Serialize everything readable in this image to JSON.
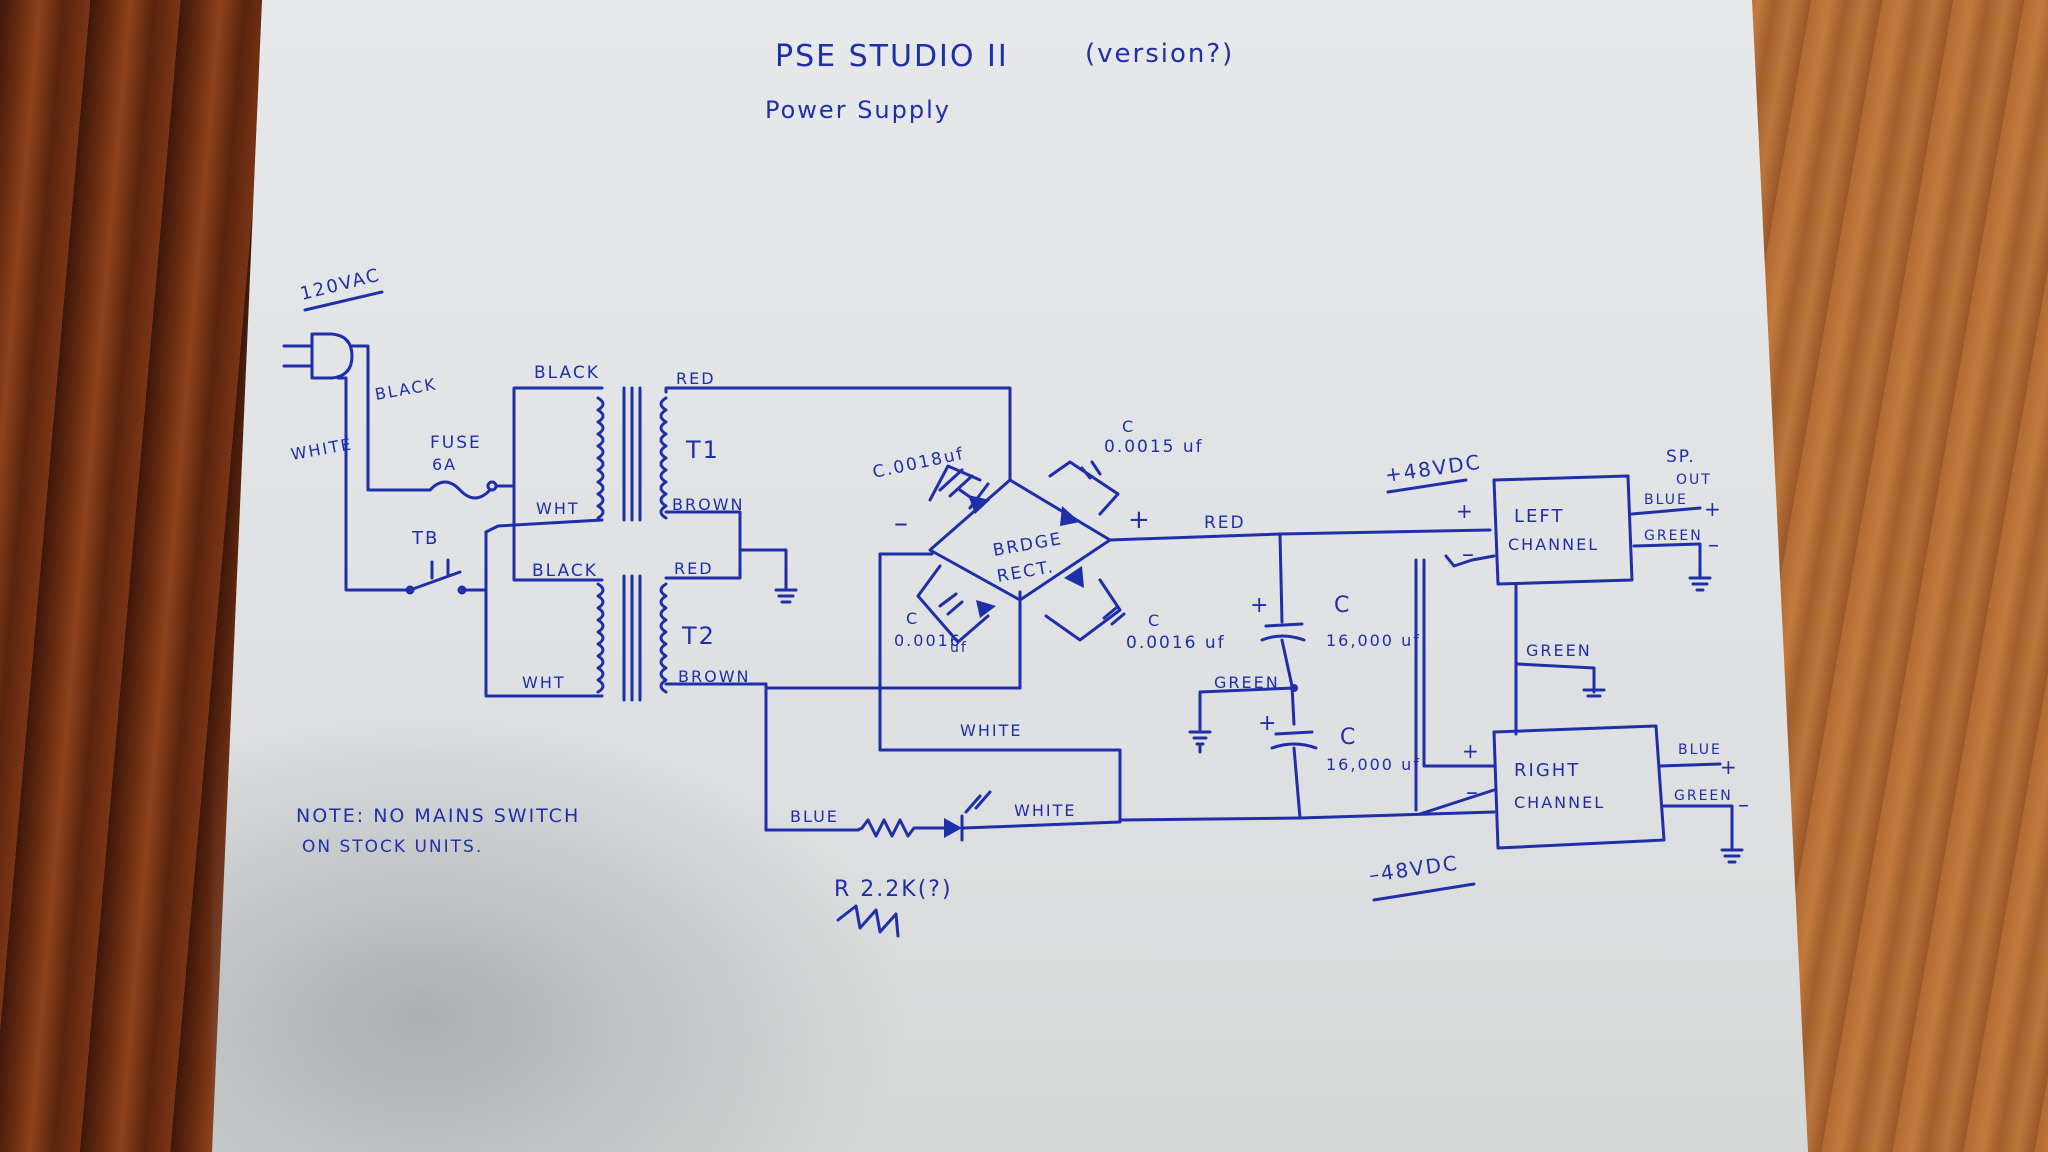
{
  "title": "PSE STUDIO II",
  "title_note": "(version?)",
  "subtitle": "Power Supply",
  "labels": {
    "ac_in": "120VAC",
    "black1": "BLACK",
    "white_ac": "WHITE",
    "fuse": "FUSE",
    "fuse_rating": "6A",
    "tb": "TB",
    "black_t1": "BLACK",
    "wht_t1": "WHT",
    "red_t1": "RED",
    "t1": "T1",
    "brown_t1": "BROWN",
    "black_t2": "BLACK",
    "wht_t2": "WHT",
    "red_t2": "RED",
    "t2": "T2",
    "brown_t2": "BROWN",
    "cap_tl": "C.0018uf",
    "cap_tr_c": "C",
    "cap_tr": "0.0015 uf",
    "cap_bl_c": "C",
    "cap_bl": "0.0016",
    "cap_bl_unit": "uf",
    "cap_br_c": "C",
    "cap_br": "0.0016 uf",
    "bridge_1": "BRDGE",
    "bridge_2": "RECT.",
    "minus": "–",
    "plus": "+",
    "red_out": "RED",
    "plus48": "+48VDC",
    "minus48": "–48VDC",
    "cap1_c": "C",
    "cap1": "16,000 uf",
    "cap2_c": "C",
    "cap2": "16,000 uf",
    "green_mid": "GREEN",
    "white_mid": "WHITE",
    "blue_led": "BLUE",
    "white_led": "WHITE",
    "resistor": "R 2.2K(?)",
    "left_channel_1": "LEFT",
    "left_channel_2": "CHANNEL",
    "right_channel_1": "RIGHT",
    "right_channel_2": "CHANNEL",
    "green_chan": "GREEN",
    "sp_out_1": "SP.",
    "sp_out_2": "OUT",
    "blue_l": "BLUE",
    "green_l": "GREEN",
    "blue_r": "BLUE",
    "green_r": "GREEN",
    "note_1": "NOTE: NO MAINS SWITCH",
    "note_2": "ON STOCK UNITS."
  }
}
